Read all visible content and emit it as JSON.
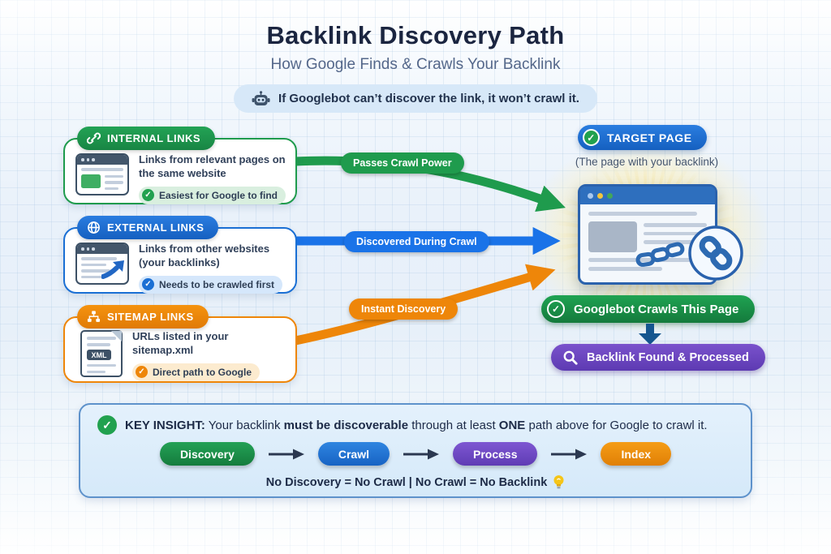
{
  "header": {
    "title": "Backlink Discovery Path",
    "subtitle": "How Google Finds & Crawls Your Backlink",
    "banner_text": "If Googlebot can’t discover the link, it won’t crawl it."
  },
  "sources": [
    {
      "label": "INTERNAL LINKS",
      "icon": "link-icon",
      "color": "#1f9b4d",
      "badge_bg": "#d9efdf",
      "description": "Links from relevant pages on the same website",
      "badge": "Easiest for Google to find",
      "arrow_label": "Passes Crawl Power"
    },
    {
      "label": "EXTERNAL LINKS",
      "icon": "globe-icon",
      "color": "#1a6fd4",
      "badge_bg": "#d5e7fb",
      "description": "Links from other websites (your backlinks)",
      "badge": "Needs to be crawled first",
      "arrow_label": "Discovered During Crawl"
    },
    {
      "label": "SITEMAP LINKS",
      "icon": "sitemap-icon",
      "color": "#ee8609",
      "badge_bg": "#fcebcf",
      "description": "URLs listed in your sitemap.xml",
      "badge": "Direct path to Google",
      "arrow_label": "Instant Discovery",
      "doc_tag": "XML"
    }
  ],
  "target": {
    "label": "TARGET PAGE",
    "caption": "(The page with your backlink)",
    "crawl_label": "Googlebot Crawls This Page",
    "processed_label": "Backlink Found & Processed"
  },
  "insight": {
    "heading": "KEY INSIGHT:",
    "seg1": " Your backlink ",
    "seg2_bold": "must be discoverable",
    "seg3": " through at least ",
    "seg4_bold": "ONE",
    "seg5": " path above for Google to crawl it.",
    "steps": [
      {
        "label": "Discovery",
        "color": "#1f9b4d"
      },
      {
        "label": "Crawl",
        "color": "#1a73e8"
      },
      {
        "label": "Process",
        "color": "#6d47c2"
      },
      {
        "label": "Index",
        "color": "#f0930c"
      }
    ],
    "footer": "No Discovery = No Crawl  |  No Crawl = No Backlink"
  }
}
